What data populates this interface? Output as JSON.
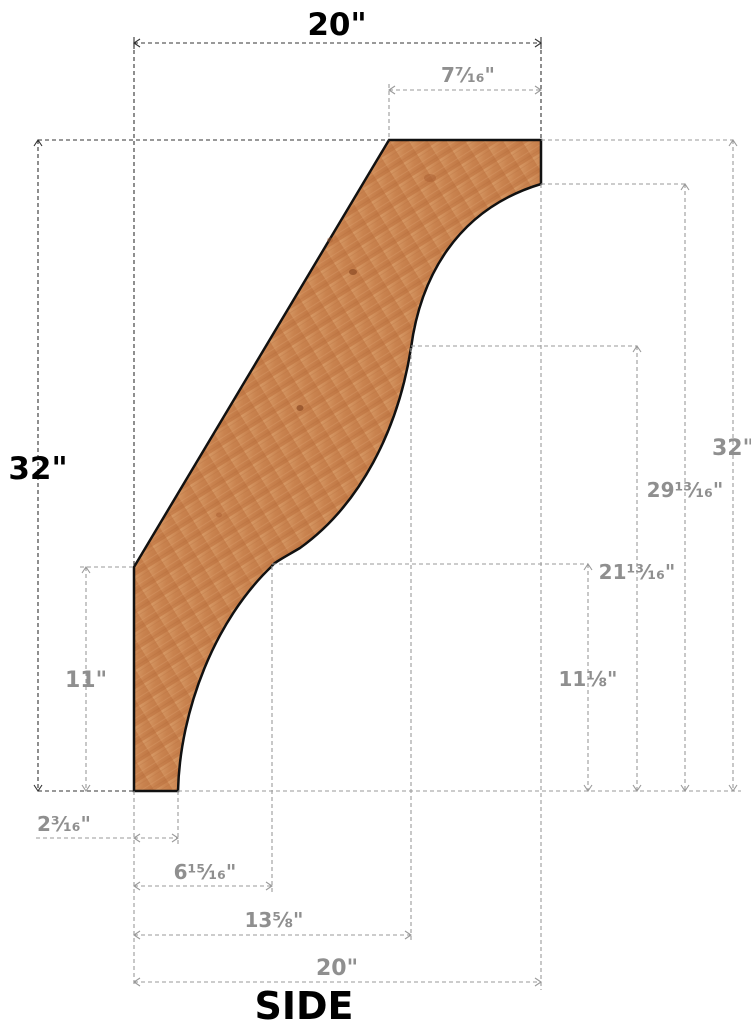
{
  "top_width": "20\"",
  "top_right_width": "7⁷⁄₁₆\"",
  "left_height": "32\"",
  "right_heights": {
    "total": "32\"",
    "h29": "29¹³⁄₁₆\"",
    "h21": "21¹³⁄₁₆\"",
    "h11_1_8": "11⅛\""
  },
  "left_small_height": "11\"",
  "bottom_widths": {
    "w2": "2³⁄₁₆\"",
    "w6": "6¹⁵⁄₁₆\"",
    "w13": "13⅝\"",
    "w20": "20\""
  },
  "view_label": "SIDE",
  "colors": {
    "wood_light": "#d08d5a",
    "wood_dark": "#b87242",
    "outline": "#111111",
    "dim_gray": "#9a9a9a"
  }
}
